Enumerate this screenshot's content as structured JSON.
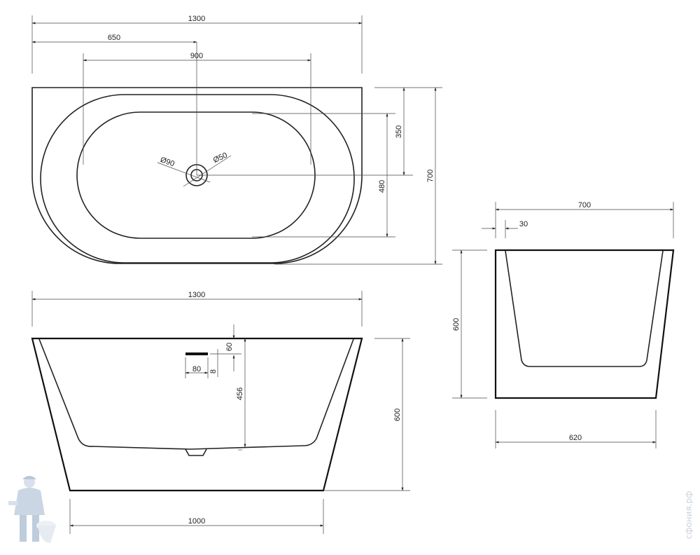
{
  "top_view": {
    "dims": {
      "overall_length": "1300",
      "half_length": "650",
      "inner_length": "900",
      "overall_width": "700",
      "inner_width": "480",
      "drain_offset": "350",
      "overflow_diameter": "Ø90",
      "drain_diameter": "Ø50"
    }
  },
  "front_view": {
    "dims": {
      "top_length": "1300",
      "bottom_length": "1000",
      "height": "600",
      "depth": "456",
      "overflow_height": "60",
      "overflow_width": "80",
      "overflow_thickness": "8"
    }
  },
  "side_view": {
    "dims": {
      "top_width": "700",
      "wall": "30",
      "height": "600",
      "bottom_width": "620"
    }
  },
  "watermark": "сфония.рф"
}
